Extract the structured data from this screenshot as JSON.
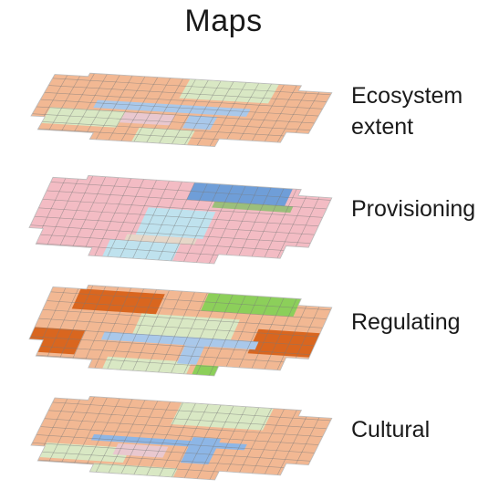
{
  "title": "Maps",
  "layers": [
    {
      "label_lines": [
        "Ecosystem",
        "extent"
      ],
      "base_color": "#f2b893",
      "regions": [
        {
          "kind": "grassland",
          "color": "#d9e8c4"
        },
        {
          "kind": "water",
          "color": "#a9c8ea"
        },
        {
          "kind": "urban",
          "color": "#e9c8cf"
        }
      ]
    },
    {
      "label_lines": [
        "Provisioning"
      ],
      "base_color": "#f3bcc4",
      "regions": [
        {
          "kind": "high",
          "color": "#6f9ed8"
        },
        {
          "kind": "forest",
          "color": "#9bbf7b"
        },
        {
          "kind": "medium",
          "color": "#bfe2ee"
        },
        {
          "kind": "low",
          "color": "#e6d7c8"
        }
      ]
    },
    {
      "label_lines": [
        "Regulating"
      ],
      "base_color": "#f2b893",
      "regions": [
        {
          "kind": "high",
          "color": "#d9661f"
        },
        {
          "kind": "green",
          "color": "#8ccf5a"
        },
        {
          "kind": "light-green",
          "color": "#d9e8c4"
        },
        {
          "kind": "water",
          "color": "#a9c8ea"
        }
      ]
    },
    {
      "label_lines": [
        "Cultural"
      ],
      "base_color": "#f2b893",
      "regions": [
        {
          "kind": "green",
          "color": "#d9e8c4"
        },
        {
          "kind": "water",
          "color": "#8db6e6"
        },
        {
          "kind": "urban",
          "color": "#e9c8cf"
        }
      ]
    }
  ]
}
